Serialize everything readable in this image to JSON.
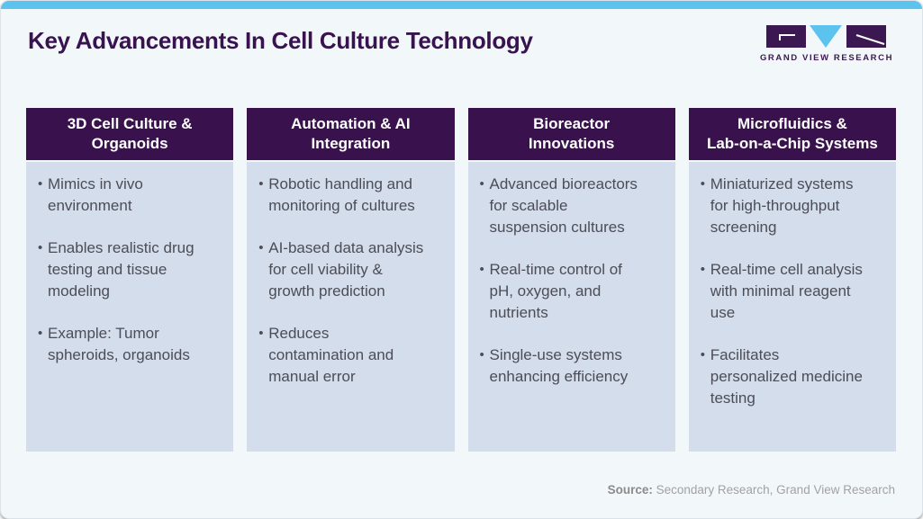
{
  "page": {
    "title": "Key Advancements In Cell Culture Technology"
  },
  "logo": {
    "brand": "GRAND VIEW RESEARCH"
  },
  "colors": {
    "brand_purple": "#38114d",
    "logo_purple": "#3b1852",
    "accent_blue": "#5bc3ee",
    "panel_blue": "#d3ddec",
    "card_background": "#f2f7fa",
    "body_text": "#4c4d56"
  },
  "columns": [
    {
      "title": "3D Cell Culture &\nOrganoids",
      "items": [
        "Mimics in vivo\nenvironment",
        "Enables realistic drug\ntesting and tissue\nmodeling",
        "Example: Tumor\nspheroids, organoids"
      ]
    },
    {
      "title": "Automation & AI\nIntegration",
      "items": [
        "Robotic handling and\nmonitoring of cultures",
        "AI-based data analysis\nfor cell viability &\ngrowth prediction",
        "Reduces\ncontamination and\nmanual error"
      ]
    },
    {
      "title": "Bioreactor\nInnovations",
      "items": [
        "Advanced bioreactors\nfor scalable\nsuspension cultures",
        "Real-time control of\npH, oxygen, and\nnutrients",
        "Single-use systems\nenhancing efficiency"
      ]
    },
    {
      "title": "Microfluidics &\nLab-on-a-Chip Systems",
      "items": [
        "Miniaturized systems\nfor high-throughput\nscreening",
        "Real-time cell analysis\nwith minimal reagent\nuse",
        "Facilitates\npersonalized medicine\ntesting"
      ]
    }
  ],
  "footer": {
    "source_label": "Source:",
    "source_text": " Secondary Research, Grand View Research"
  }
}
